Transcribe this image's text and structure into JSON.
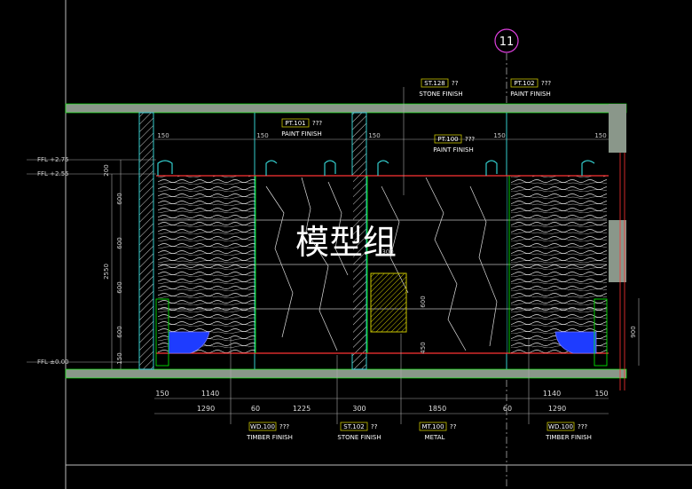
{
  "watermark": "模型组",
  "grid_marker": "11",
  "levels": [
    {
      "label": "FFL +2.75"
    },
    {
      "label": "FFL +2.55"
    },
    {
      "label": "FFL ±0.00"
    }
  ],
  "top_tags": [
    {
      "code": "ST.128",
      "mark": "??",
      "desc": "STONE FINISH"
    },
    {
      "code": "PT.102",
      "mark": "???",
      "desc": "PAINT FINISH"
    }
  ],
  "mid_tags": [
    {
      "code": "PT.101",
      "mark": "???",
      "desc": "PAINT FINISH"
    },
    {
      "code": "PT.100",
      "mark": "???",
      "desc": "PAINT FINISH"
    }
  ],
  "bottom_tags": [
    {
      "code": "WD.100",
      "mark": "???",
      "desc": "TIMBER FINISH"
    },
    {
      "code": "ST.102",
      "mark": "??",
      "desc": "STONE FINISH"
    },
    {
      "code": "MT.100",
      "mark": "??",
      "desc": "METAL"
    },
    {
      "code": "WD.100",
      "mark": "???",
      "desc": "TIMBER FINISH"
    }
  ],
  "top_dims": [
    "150",
    "150",
    "150",
    "150",
    "150"
  ],
  "left_dims": [
    "200",
    "600",
    "600",
    "2550",
    "600",
    "600",
    "150"
  ],
  "bottom_dims_row1": [
    "150",
    "1140",
    "1140",
    "150"
  ],
  "bottom_dims_row2": [
    "1290",
    "60",
    "1225",
    "300",
    "1850",
    "60",
    "1290"
  ],
  "niche_dims": [
    "300",
    "600",
    "450"
  ],
  "right_dim": "900"
}
